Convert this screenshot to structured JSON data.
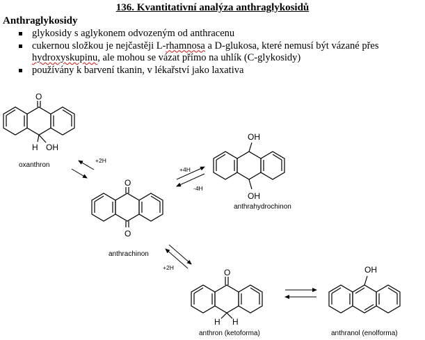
{
  "document": {
    "title": "136. Kvantitativní analýza anthraglykosidů",
    "heading": "Anthraglykosidy",
    "bullets": {
      "b1": "glykosidy s aglykonem odvozeným od anthracenu",
      "b2a": "cukernou složkou je nejčastěji L-",
      "b2b": "rhamnosa",
      "b2c": " a D-glukosa, které nemusí být vázané přes",
      "b2d": "hydroxyskupinu",
      "b2e": ", ale mohou se vázat přímo na uhlík (C-glykosidy)",
      "b3": "používány k barvení tkanin, v lékařství jako laxativa"
    }
  },
  "scheme": {
    "atoms": {
      "O": "O",
      "OH": "OH",
      "H": "H"
    },
    "compounds": {
      "oxanthron": "oxanthron",
      "anthrachinon": "anthrachinon",
      "anthrahydrochinon": "anthrahydrochinon",
      "anthron": "anthron (ketoforma)",
      "anthranol": "anthranol (enolforma)"
    },
    "conditions": {
      "ox_plus2H": "+2H",
      "hyd_plus4H": "+4H",
      "hyd_minus4H": "-4H",
      "anthron_plus2H": "+2H"
    }
  }
}
